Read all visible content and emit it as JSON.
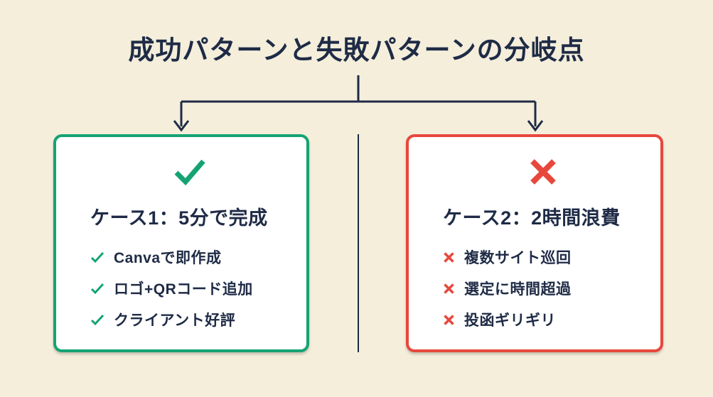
{
  "title": "成功パターンと失敗パターンの分岐点",
  "colors": {
    "background": "#f4eedb",
    "text_navy": "#1f2b46",
    "success_green": "#15a373",
    "failure_red": "#e8473c",
    "card_background": "#ffffff"
  },
  "connector": {
    "description": "branch from title splitting to two cards with down arrows"
  },
  "cards": [
    {
      "id": "success",
      "result_icon": "check-icon",
      "heading": "ケース1：5分で完成",
      "items": [
        "Canvaで即作成",
        "ロゴ+QRコード追加",
        "クライアント好評"
      ]
    },
    {
      "id": "failure",
      "result_icon": "x-icon",
      "heading": "ケース2：2時間浪費",
      "items": [
        "複数サイト巡回",
        "選定に時間超過",
        "投函ギリギリ"
      ]
    }
  ]
}
